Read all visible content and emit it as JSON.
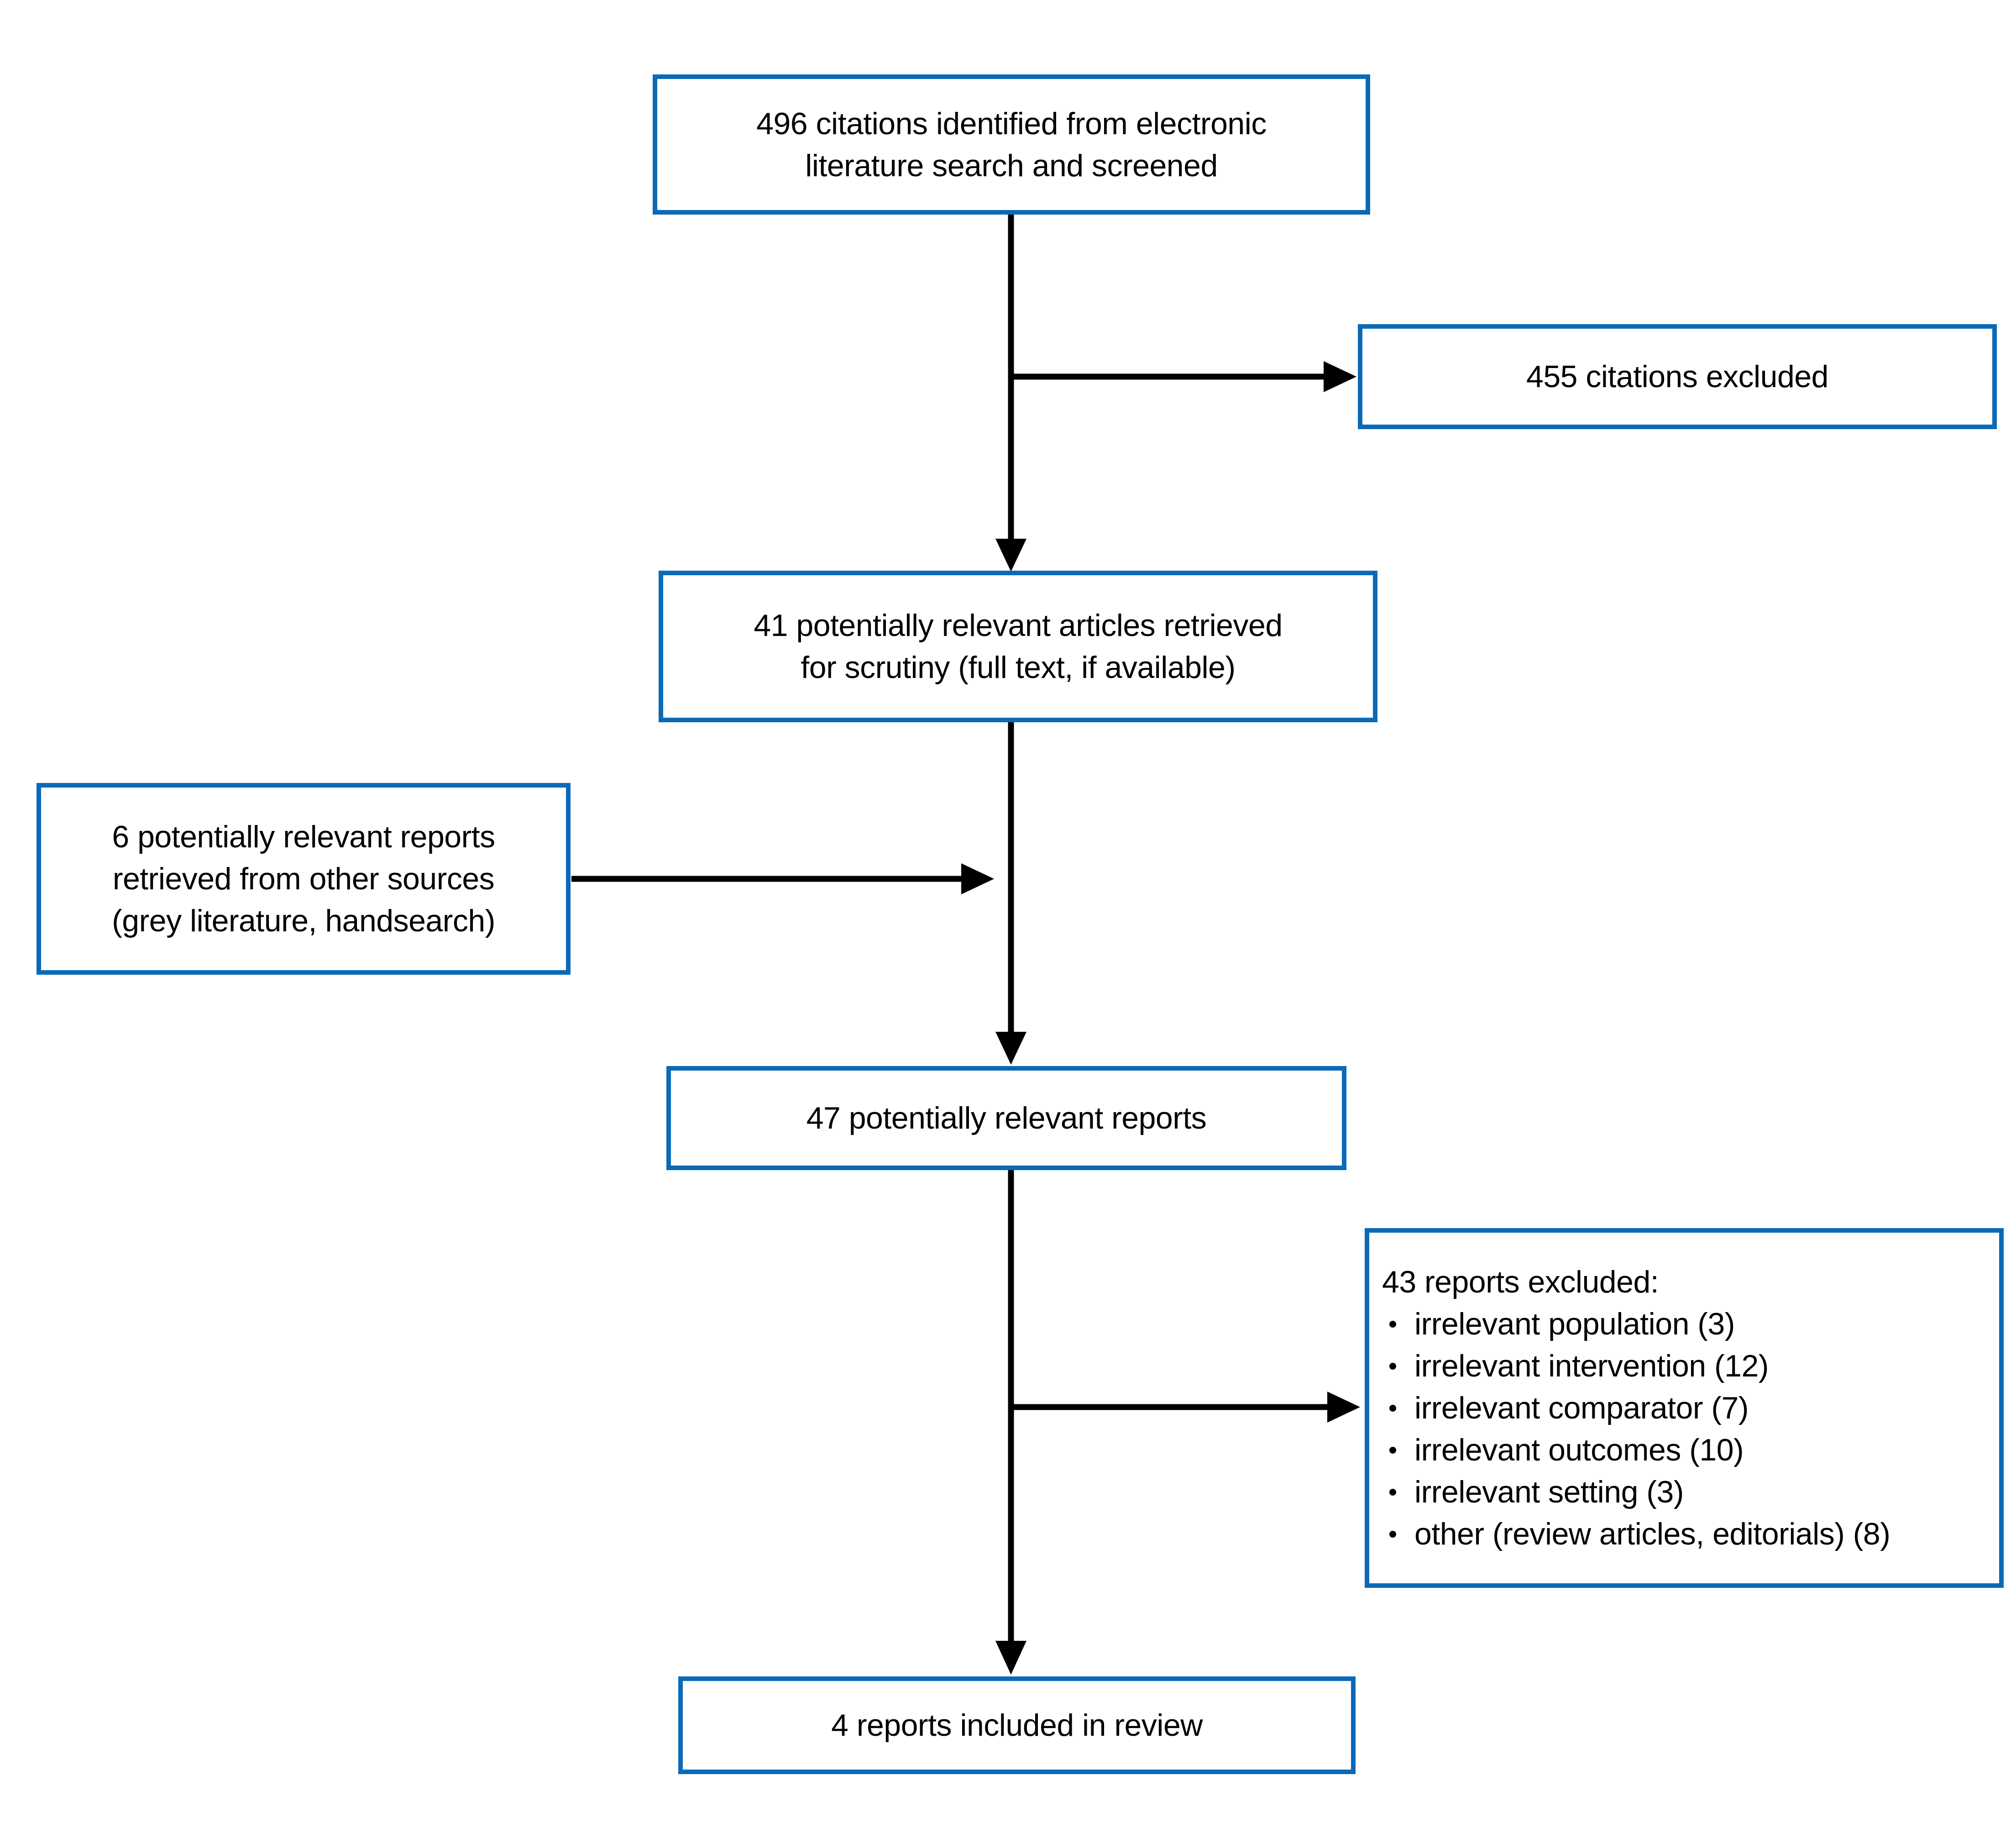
{
  "colors": {
    "box_border": "#0a6ab8",
    "arrow": "#000000",
    "text": "#000000",
    "background": "#ffffff"
  },
  "flowchart": {
    "boxes": {
      "citations_identified": {
        "lines": [
          "496 citations identified from electronic",
          "literature search and screened"
        ]
      },
      "citations_excluded": {
        "lines": [
          "455 citations excluded"
        ]
      },
      "articles_retrieved": {
        "lines": [
          "41 potentially relevant articles retrieved",
          "for scrutiny (full text, if available)"
        ]
      },
      "other_sources": {
        "lines": [
          "6 potentially relevant reports",
          "retrieved from other sources",
          "(grey literature, handsearch)"
        ]
      },
      "potentially_relevant_reports": {
        "lines": [
          "47 potentially relevant reports"
        ]
      },
      "reports_excluded": {
        "title": "43 reports excluded:",
        "items": [
          "irrelevant population (3)",
          "irrelevant intervention (12)",
          "irrelevant comparator (7)",
          "irrelevant outcomes (10)",
          "irrelevant setting (3)",
          "other (review articles, editorials) (8)"
        ]
      },
      "included_in_review": {
        "lines": [
          "4 reports included in review"
        ]
      }
    }
  }
}
